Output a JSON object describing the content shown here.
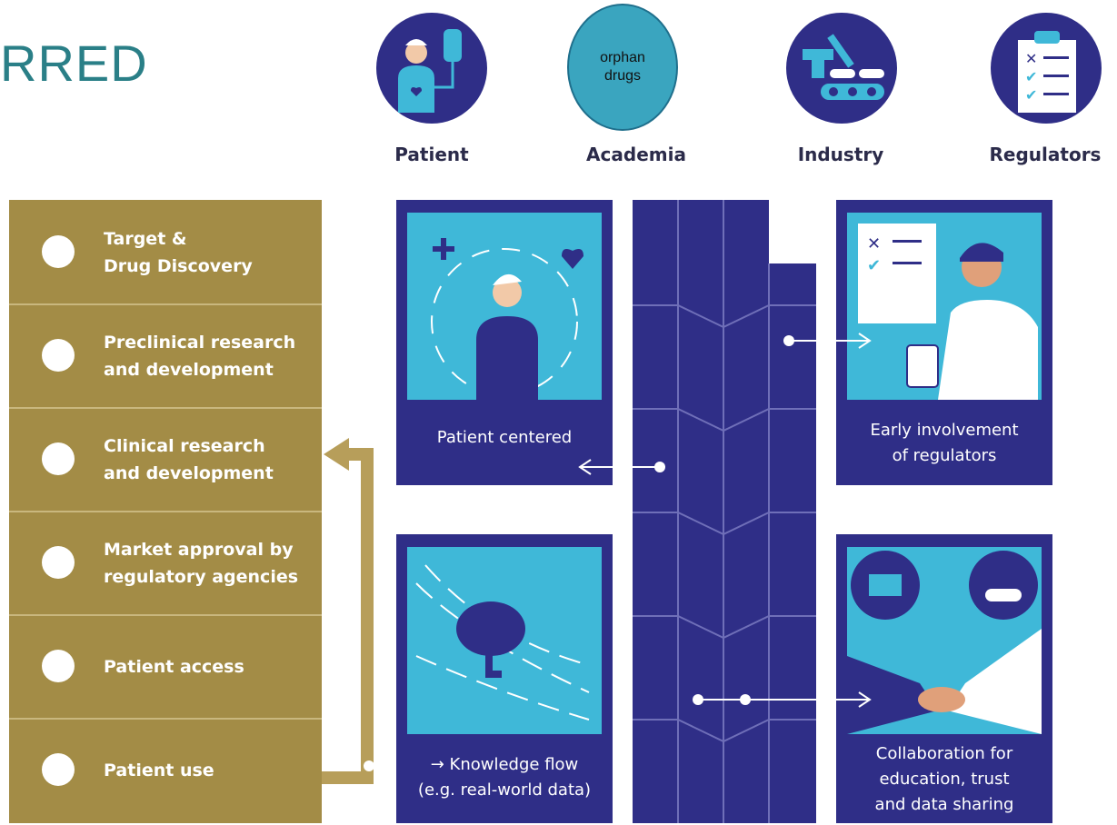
{
  "title": "RRED",
  "stakeholders": [
    {
      "label": "Patient",
      "icon": "patient-iv-icon"
    },
    {
      "label": "Academia",
      "icon": "orphan-drugs-bubble",
      "bubble_text": "orphan\ndrugs"
    },
    {
      "label": "Industry",
      "icon": "factory-conveyor-icon"
    },
    {
      "label": "Regulators",
      "icon": "clipboard-checklist-icon"
    }
  ],
  "steps": [
    {
      "label": "Target &\nDrug Discovery",
      "icon": "microscope-icon"
    },
    {
      "label": "Preclinical research\nand development",
      "icon": "test-tubes-icon"
    },
    {
      "label": "Clinical research\nand development",
      "icon": "syringe-icon"
    },
    {
      "label": "Market approval by\nregulatory agencies",
      "icon": "stamp-icon"
    },
    {
      "label": "Patient access",
      "icon": "exclamation-icon"
    },
    {
      "label": "Patient use",
      "icon": "pill-bottle-icon"
    }
  ],
  "panels": {
    "patient_centered": "Patient centered",
    "early_involvement": "Early involvement\nof regulators",
    "knowledge_flow": "→ Knowledge flow\n(e.g. real-world data)",
    "collaboration": "Collaboration for\neducation, trust\nand data sharing"
  },
  "colors": {
    "title": "#2a7f87",
    "navy": "#2f2e87",
    "gold": "#a38c46",
    "cyan": "#3fb8d8",
    "bubble": "#3aa5bf"
  }
}
